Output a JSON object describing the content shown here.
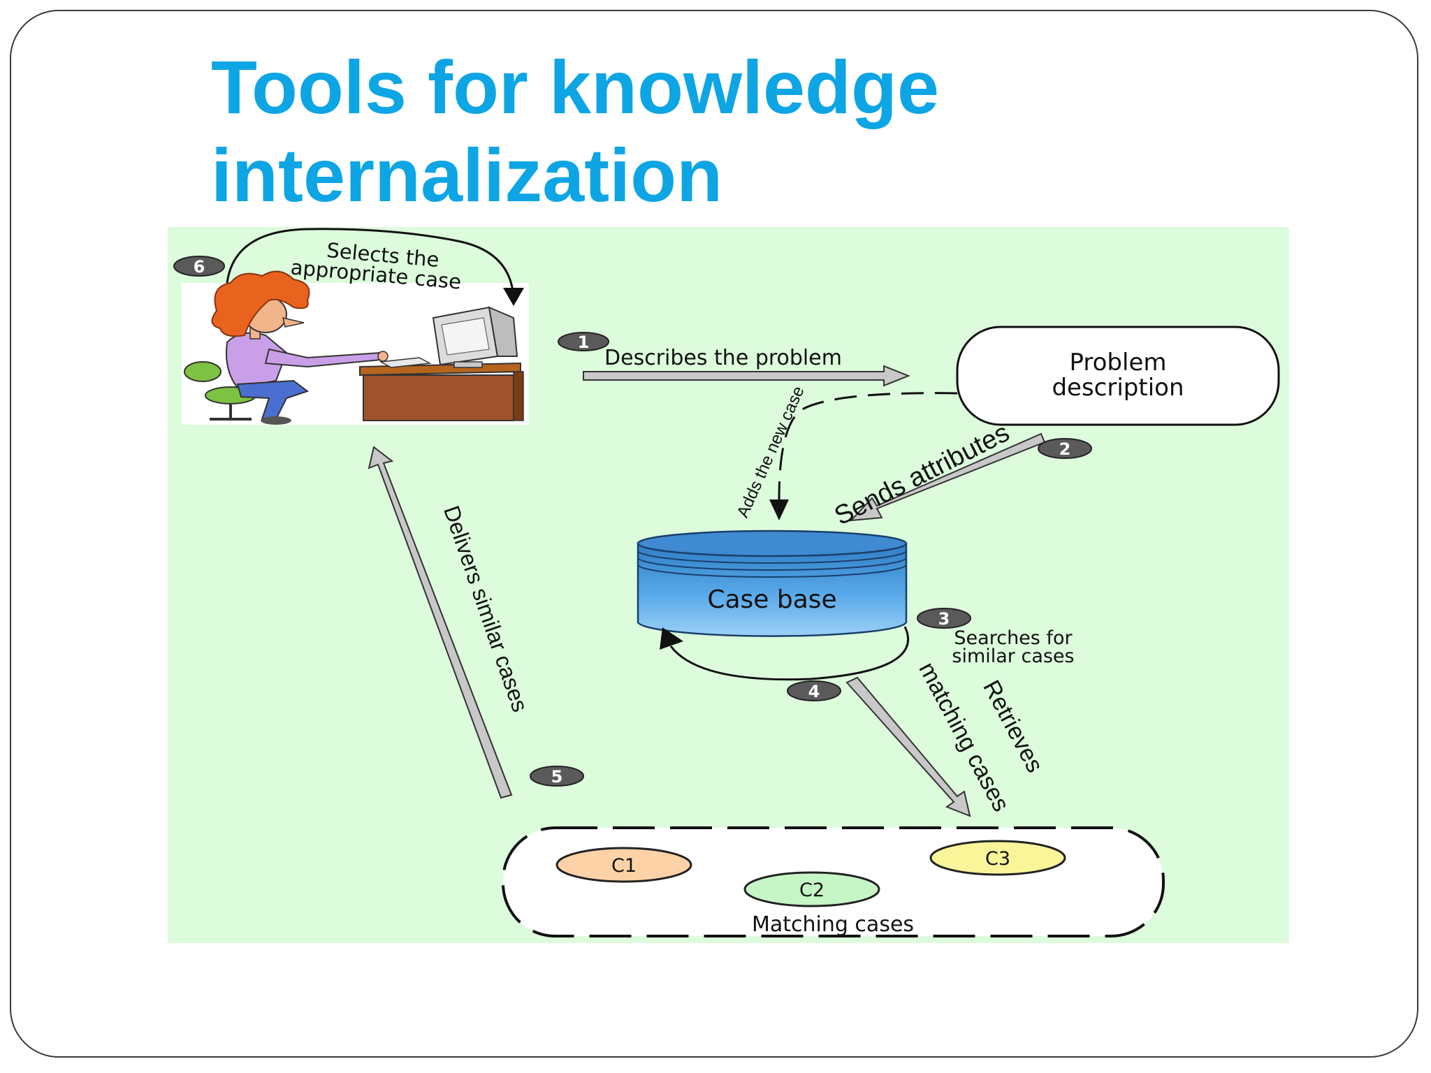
{
  "slide": {
    "title_line1": "Tools for knowledge",
    "title_line2": "internalization"
  },
  "diagram": {
    "colors": {
      "title": "#0ea5e4",
      "background": "#dcfcdc",
      "case_base": "#3a8fd6",
      "arrow_fill": "#c8c8c8",
      "badge": "#5a5a5a",
      "c1": "#fcd2a6",
      "c2": "#c6f5c6",
      "c3": "#fbf59a"
    },
    "steps": [
      {
        "badge": "1",
        "label": "Describes the problem"
      },
      {
        "badge": "2",
        "label": "Sends attributes"
      },
      {
        "badge": "3",
        "label_line1": "Searches for",
        "label_line2": "similar cases"
      },
      {
        "badge": "4",
        "label_line1": "Retrieves",
        "label_line2": "matching cases"
      },
      {
        "badge": "5",
        "label": "Delivers similar cases"
      },
      {
        "badge": "6",
        "label_line1": "Selects the",
        "label_line2": "appropriate case"
      }
    ],
    "problem_description": {
      "line1": "Problem",
      "line2": "description"
    },
    "case_base_label": "Case base",
    "adds_new_case_label": "Adds the new case",
    "matching_cases": {
      "label": "Matching cases",
      "cases": [
        "C1",
        "C2",
        "C3"
      ]
    },
    "icons": [
      "user-at-computer-icon",
      "database-icon"
    ]
  }
}
